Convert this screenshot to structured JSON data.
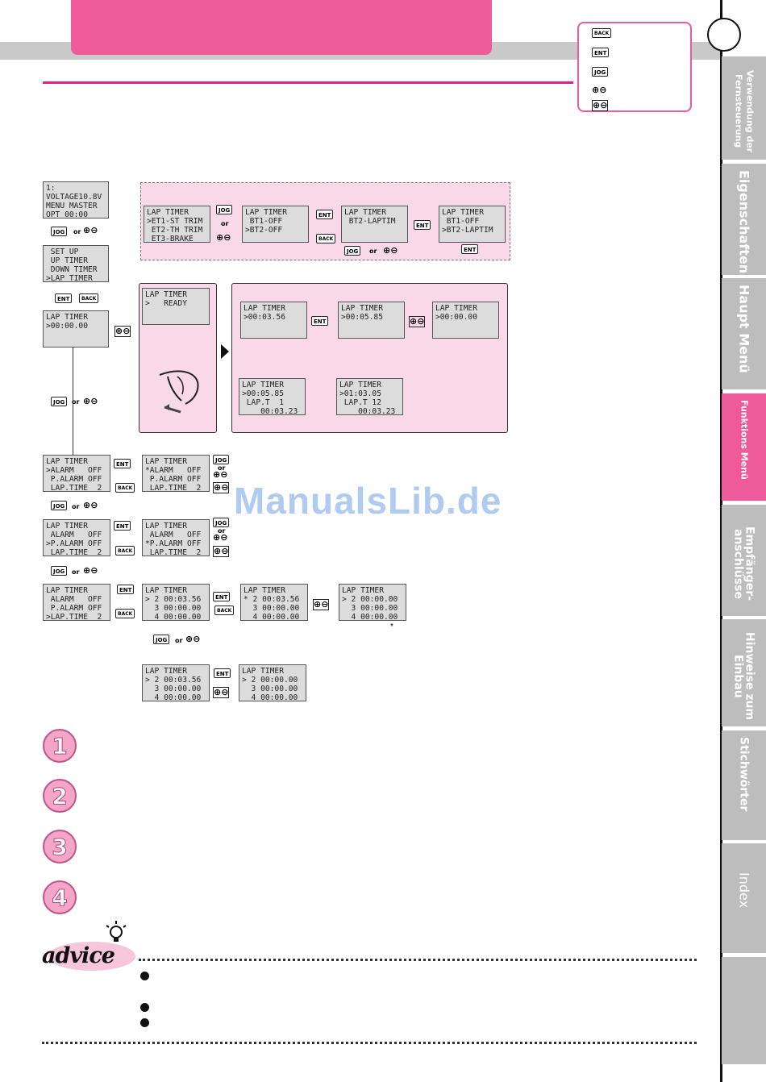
{
  "watermark": "ManualsLib.de",
  "legend": {
    "keys": [
      "BACK",
      "ENT",
      "JOG",
      "⊕⊖"
    ]
  },
  "sidebar_tabs": [
    "Verwendung der Fernsteuerung",
    "Eigenschaften",
    "Haupt Menü",
    "Funktions Menü",
    "Empfänger-anschlüsse",
    "Hinweise zum Einbau",
    "Stichwörter",
    "Index"
  ],
  "keys": {
    "jog": "JOG",
    "ent": "ENT",
    "back": "BACK",
    "or": "or",
    "pm": "⊕⊖"
  },
  "screens": {
    "main": "1:\nVOLTAGE10.8V\nMENU MASTER\nOPT 00:00",
    "menu": " SET UP\n UP TIMER\n DOWN TIMER\n>LAP TIMER",
    "lap0": "LAP TIMER\n>00:00.00",
    "ready": "LAP TIMER\n>   READY",
    "et": "LAP TIMER\n>ET1-ST TRIM\n ET2-TH TRIM\n ET3-BRAKE",
    "bt_off": "LAP TIMER\n BT1-OFF\n>BT2-OFF",
    "bt_lap": "LAP TIMER\n BT2-LAPTIM",
    "bt_sel": "LAP TIMER\n BT1-OFF\n>BT2-LAPTIM",
    "run1": "LAP TIMER\n>00:03.56",
    "run2": "LAP TIMER\n>00:05.85",
    "run3": "LAP TIMER\n>00:00.00",
    "lapt1": "LAP TIMER\n>00:05.85\n LAP.T  1\n    00:03.23",
    "lapt12": "LAP TIMER\n>01:03.05\n LAP.T 12\n    00:03.23",
    "alarm_a": "LAP TIMER\n>ALARM   OFF\n P.ALARM OFF\n LAP.TIME  2",
    "alarm_b": "LAP TIMER\n*ALARM   OFF\n P.ALARM OFF\n LAP.TIME  2",
    "palarm_a": "LAP TIMER\n ALARM   OFF\n>P.ALARM OFF\n LAP.TIME  2",
    "palarm_b": "LAP TIMER\n ALARM   OFF\n*P.ALARM OFF\n LAP.TIME  2",
    "laptime_a": "LAP TIMER\n ALARM   OFF\n P.ALARM OFF\n>LAP.TIME  2",
    "list_a": "LAP TIMER\n> 2 00:03.56\n  3 00:00.00\n  4 00:00.00",
    "list_b": "LAP TIMER\n* 2 00:03.56\n  3 00:00.00\n  4 00:00.00",
    "list_c": "LAP TIMER\n> 2 00:00.00\n  3 00:00.00\n  4 00:00.00",
    "list_d": "LAP TIMER\n> 2 00:03.56\n  3 00:00.00\n  4 00:00.00",
    "list_e": "LAP TIMER\n> 2 00:00.00\n  3 00:00.00\n  4 00:00.00"
  },
  "note_star": "*",
  "steps": [
    "1",
    "2",
    "3",
    "4"
  ],
  "advice_label": "advice",
  "icon_names": [
    "lightbulb-icon",
    "trigger-hand-icon",
    "bullet-icon"
  ]
}
